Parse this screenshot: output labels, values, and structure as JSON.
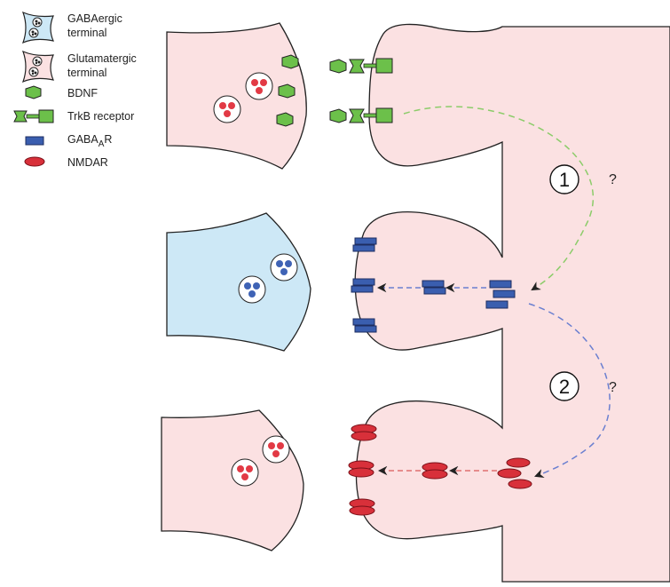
{
  "legend": {
    "gaba_terminal": "GABAergic terminal",
    "gaba_terminal_lines": [
      "GABAergic",
      "terminal"
    ],
    "glut_terminal": "Glutamatergic terminal",
    "glut_terminal_lines": [
      "Glutamatergic",
      "terminal"
    ],
    "bdnf": "BDNF",
    "trkb": "TrkB receptor",
    "gabaar_base": "GABA",
    "gabaar_sub": "A",
    "gabaar_suffix": "R",
    "nmdar": "NMDAR"
  },
  "pathways": [
    {
      "number": "1",
      "question": "?"
    },
    {
      "number": "2",
      "question": "?"
    }
  ],
  "colors": {
    "glut_fill": "#fbe1e2",
    "gaba_fill": "#cde8f6",
    "bdnf_green": "#6cc04a",
    "gabaar_blue": "#3a5eaf",
    "nmdar_red": "#d8303a",
    "vesicle_red": "#e23a45",
    "vesicle_blue": "#3f63b5",
    "path1_green": "#8ccc6a",
    "path2_blue": "#6a7fd0",
    "path_red": "#e07070"
  }
}
